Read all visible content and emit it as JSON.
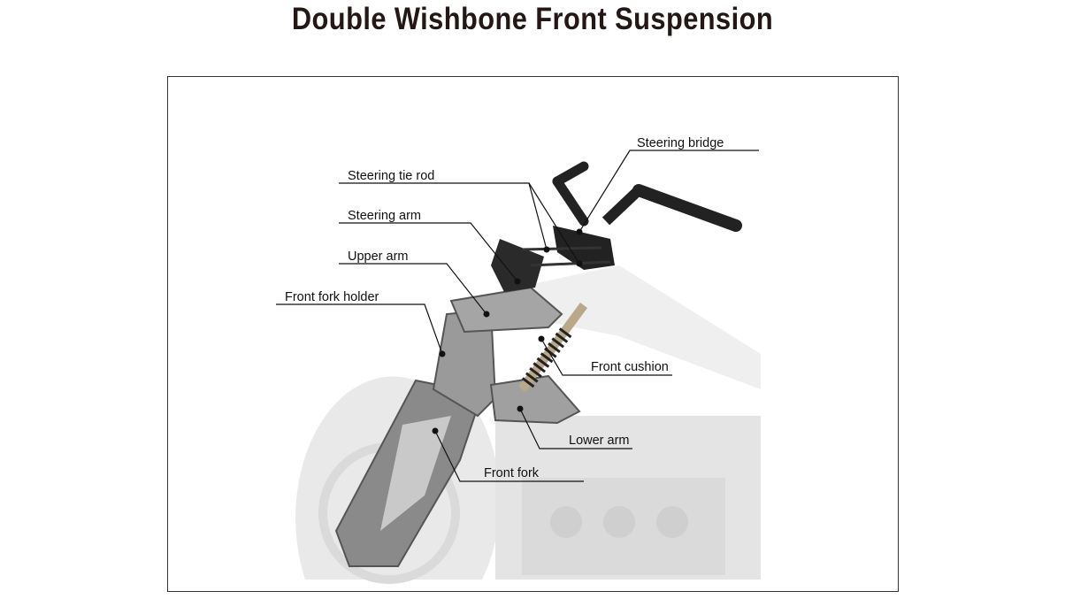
{
  "title": "Double Wishbone Front Suspension",
  "labels": {
    "steering_bridge": "Steering bridge",
    "steering_tie_rod": "Steering tie rod",
    "steering_arm": "Steering arm",
    "upper_arm": "Upper arm",
    "front_fork_holder": "Front fork holder",
    "front_cushion": "Front cushion",
    "lower_arm": "Lower arm",
    "front_fork": "Front fork"
  }
}
